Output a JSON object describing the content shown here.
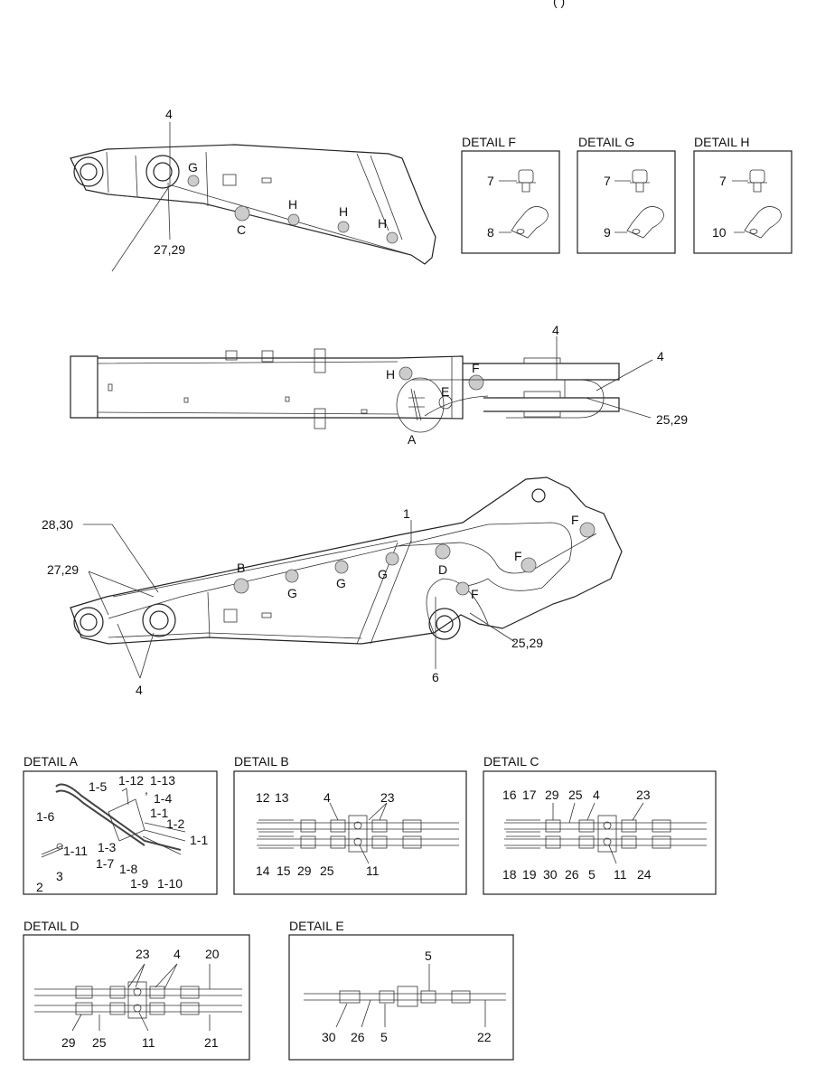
{
  "heading_fragment": "(          )",
  "view_top": {
    "labels": [
      "4",
      "G",
      "C",
      "H",
      "H",
      "H",
      "27,29"
    ]
  },
  "view_middle": {
    "labels": [
      "4",
      "4",
      "H",
      "F",
      "E",
      "A",
      "25,29"
    ]
  },
  "view_bottom": {
    "labels": [
      "1",
      "28,30",
      "27,29",
      "B",
      "G",
      "G",
      "G",
      "D",
      "F",
      "F",
      "F",
      "25,29",
      "4",
      "6"
    ]
  },
  "details": {
    "F": {
      "title": "DETAIL F",
      "labels": [
        "7",
        "8"
      ]
    },
    "G": {
      "title": "DETAIL G",
      "labels": [
        "7",
        "9"
      ]
    },
    "H": {
      "title": "DETAIL H",
      "labels": [
        "7",
        "10"
      ]
    },
    "A": {
      "title": "DETAIL A",
      "labels": [
        "1-5",
        "1-12",
        "1-13",
        ",",
        "1-4",
        "1-1",
        "1-2",
        "1-6",
        "1-1",
        "1-11",
        "1-3",
        "1-7",
        "1-8",
        "1-9",
        "1-10",
        "2",
        "3"
      ]
    },
    "B": {
      "title": "DETAIL B",
      "labels": [
        "12",
        "13",
        "4",
        "23",
        "14",
        "15",
        "29",
        "25",
        "11"
      ]
    },
    "C": {
      "title": "DETAIL C",
      "labels": [
        "16",
        "17",
        "29",
        "25",
        "4",
        "23",
        "18",
        "19",
        "30",
        "26",
        "5",
        "11",
        "24"
      ]
    },
    "D": {
      "title": "DETAIL D",
      "labels": [
        "23",
        "4",
        "20",
        "29",
        "25",
        "11",
        "21"
      ]
    },
    "E": {
      "title": "DETAIL E",
      "labels": [
        "5",
        "30",
        "26",
        "5",
        "22"
      ]
    }
  }
}
